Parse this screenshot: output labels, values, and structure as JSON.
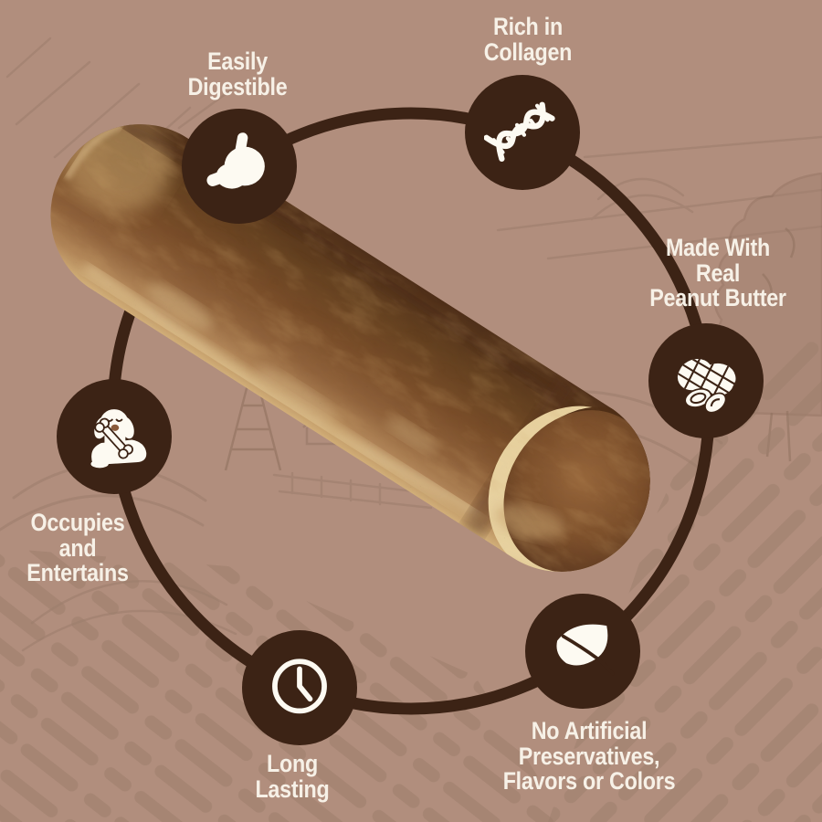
{
  "colors": {
    "background": "#b18e7d",
    "circle_fill": "#3c2315",
    "ring": "#3c2315",
    "label_text": "#f7f1e7",
    "icon_fill": "#fdfaf2",
    "pattern_line": "#937564",
    "stick_dark_brown": "#64401f",
    "stick_light_tan": "#d2af79"
  },
  "product": {
    "image_description": "brown peanut butter collagen chew stick"
  },
  "features": [
    {
      "id": "easily-digestible",
      "icon": "stomach-icon",
      "label_lines": [
        "Easily",
        "Digestible"
      ]
    },
    {
      "id": "rich-in-collagen",
      "icon": "collagen-dna-icon",
      "label_lines": [
        "Rich in",
        "Collagen"
      ]
    },
    {
      "id": "real-peanut-butter",
      "icon": "peanut-icon",
      "label_lines": [
        "Made With",
        "Real",
        "Peanut Butter"
      ]
    },
    {
      "id": "no-artificial",
      "icon": "leaf-icon",
      "label_lines": [
        "No Artificial",
        "Preservatives,",
        "Flavors or Colors"
      ]
    },
    {
      "id": "long-lasting",
      "icon": "clock-icon",
      "label_lines": [
        "Long",
        "Lasting"
      ]
    },
    {
      "id": "occupies-entertains",
      "icon": "dog-chewing-bone-icon",
      "label_lines": [
        "Occupies",
        "and",
        "Entertains"
      ]
    }
  ]
}
